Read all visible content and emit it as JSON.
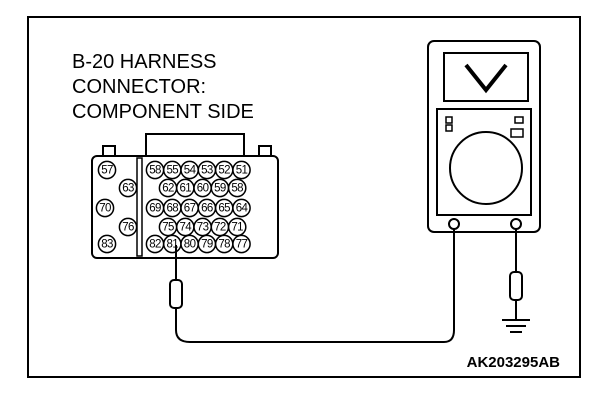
{
  "title_lines": [
    "B-20 HARNESS",
    "CONNECTOR:",
    "COMPONENT SIDE"
  ],
  "figure_code": "AK203295AB",
  "connector_pins": [
    {
      "id": "57",
      "row": 0,
      "col": 0
    },
    {
      "id": "58",
      "row": 0,
      "col": 1
    },
    {
      "id": "55",
      "row": 0,
      "col": 2
    },
    {
      "id": "54",
      "row": 0,
      "col": 3
    },
    {
      "id": "53",
      "row": 0,
      "col": 4
    },
    {
      "id": "52",
      "row": 0,
      "col": 5
    },
    {
      "id": "51",
      "row": 0,
      "col": 6
    },
    {
      "id": "63",
      "row": 1,
      "col": 0
    },
    {
      "id": "62",
      "row": 1,
      "col": 1
    },
    {
      "id": "61",
      "row": 1,
      "col": 2
    },
    {
      "id": "60",
      "row": 1,
      "col": 3
    },
    {
      "id": "59",
      "row": 1,
      "col": 4
    },
    {
      "id": "58",
      "row": 1,
      "col": 5
    },
    {
      "id": "70",
      "row": 2,
      "col": 0
    },
    {
      "id": "69",
      "row": 2,
      "col": 1
    },
    {
      "id": "68",
      "row": 2,
      "col": 2
    },
    {
      "id": "67",
      "row": 2,
      "col": 3
    },
    {
      "id": "66",
      "row": 2,
      "col": 4
    },
    {
      "id": "65",
      "row": 2,
      "col": 5
    },
    {
      "id": "64",
      "row": 2,
      "col": 6
    },
    {
      "id": "76",
      "row": 3,
      "col": 0
    },
    {
      "id": "75",
      "row": 3,
      "col": 1
    },
    {
      "id": "74",
      "row": 3,
      "col": 2
    },
    {
      "id": "73",
      "row": 3,
      "col": 3
    },
    {
      "id": "72",
      "row": 3,
      "col": 4
    },
    {
      "id": "71",
      "row": 3,
      "col": 5
    },
    {
      "id": "83",
      "row": 4,
      "col": 0
    },
    {
      "id": "82",
      "row": 4,
      "col": 1
    },
    {
      "id": "81",
      "row": 4,
      "col": 2
    },
    {
      "id": "80",
      "row": 4,
      "col": 3
    },
    {
      "id": "79",
      "row": 4,
      "col": 4
    },
    {
      "id": "78",
      "row": 4,
      "col": 5
    },
    {
      "id": "77",
      "row": 4,
      "col": 6
    }
  ],
  "probe_pin": "81",
  "meter": {
    "mode_symbol": "V"
  }
}
